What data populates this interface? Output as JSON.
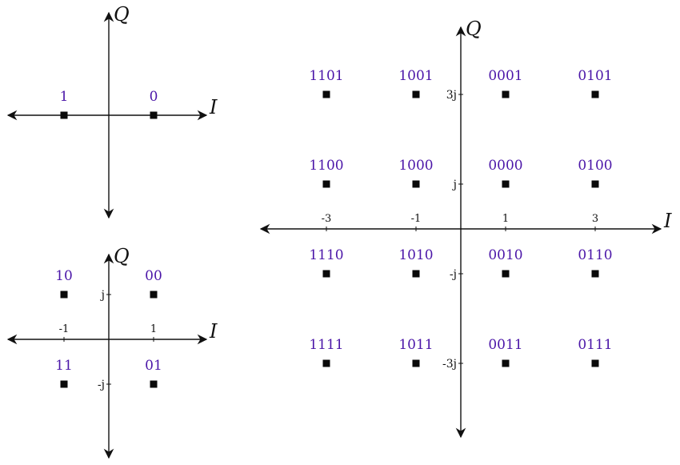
{
  "colors": {
    "axis": "#111111",
    "symbol_label": "#4b16a8",
    "point": "#0a0a0a"
  },
  "diagrams": [
    {
      "id": "bpsk",
      "x_axis_label": "I",
      "y_axis_label": "Q",
      "x_ticks": [],
      "y_ticks": [],
      "points": [
        {
          "i": -1,
          "q": 0,
          "label": "1"
        },
        {
          "i": 1,
          "q": 0,
          "label": "0"
        }
      ]
    },
    {
      "id": "qpsk",
      "x_axis_label": "I",
      "y_axis_label": "Q",
      "x_ticks": [
        {
          "value": -1,
          "label": "-1"
        },
        {
          "value": 1,
          "label": "1"
        }
      ],
      "y_ticks": [
        {
          "value": 1,
          "label": "j"
        },
        {
          "value": -1,
          "label": "-j"
        }
      ],
      "points": [
        {
          "i": -1,
          "q": 1,
          "label": "10"
        },
        {
          "i": 1,
          "q": 1,
          "label": "00"
        },
        {
          "i": -1,
          "q": -1,
          "label": "11"
        },
        {
          "i": 1,
          "q": -1,
          "label": "01"
        }
      ]
    },
    {
      "id": "qam16",
      "x_axis_label": "I",
      "y_axis_label": "Q",
      "x_ticks": [
        {
          "value": -3,
          "label": "-3"
        },
        {
          "value": -1,
          "label": "-1"
        },
        {
          "value": 1,
          "label": "1"
        },
        {
          "value": 3,
          "label": "3"
        }
      ],
      "y_ticks": [
        {
          "value": 3,
          "label": "3j"
        },
        {
          "value": 1,
          "label": "j"
        },
        {
          "value": -1,
          "label": "-j"
        },
        {
          "value": -3,
          "label": "-3j"
        }
      ],
      "points": [
        {
          "i": -3,
          "q": 3,
          "label": "1101"
        },
        {
          "i": -1,
          "q": 3,
          "label": "1001"
        },
        {
          "i": 1,
          "q": 3,
          "label": "0001"
        },
        {
          "i": 3,
          "q": 3,
          "label": "0101"
        },
        {
          "i": -3,
          "q": 1,
          "label": "1100"
        },
        {
          "i": -1,
          "q": 1,
          "label": "1000"
        },
        {
          "i": 1,
          "q": 1,
          "label": "0000"
        },
        {
          "i": 3,
          "q": 1,
          "label": "0100"
        },
        {
          "i": -3,
          "q": -1,
          "label": "1110"
        },
        {
          "i": -1,
          "q": -1,
          "label": "1010"
        },
        {
          "i": 1,
          "q": -1,
          "label": "0010"
        },
        {
          "i": 3,
          "q": -1,
          "label": "0110"
        },
        {
          "i": -3,
          "q": -3,
          "label": "1111"
        },
        {
          "i": -1,
          "q": -3,
          "label": "1011"
        },
        {
          "i": 1,
          "q": -3,
          "label": "0011"
        },
        {
          "i": 3,
          "q": -3,
          "label": "0111"
        }
      ]
    }
  ]
}
